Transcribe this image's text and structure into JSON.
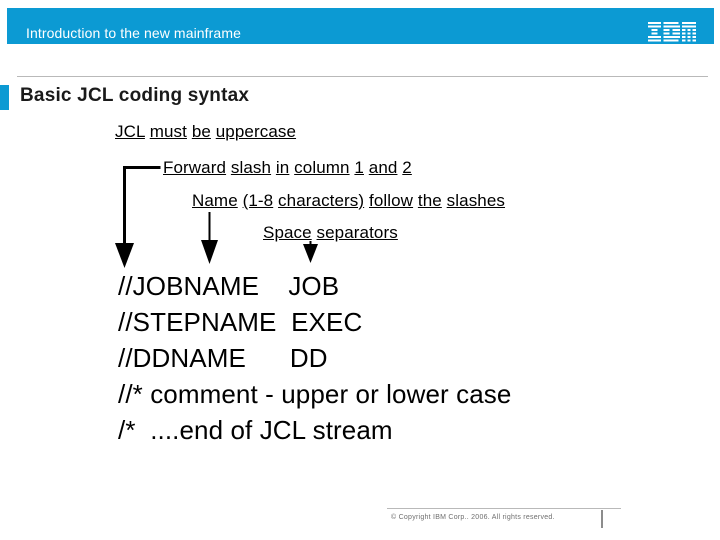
{
  "header": {
    "title": "Introduction to the new mainframe",
    "bar_color": "#0c9ad3",
    "logo_name": "IBM",
    "logo_color": "#ffffff"
  },
  "slide": {
    "title": "Basic JCL coding syntax",
    "accent_color": "#0c9ad3",
    "title_color": "#1a1a1a"
  },
  "callouts": [
    {
      "text": "JCL must be uppercase"
    },
    {
      "text": "Forward slash in column 1 and 2"
    },
    {
      "text": "Name (1-8 characters) follow the slashes"
    },
    {
      "text": "Space separators"
    }
  ],
  "arrows": [
    {
      "name": "arrow-to-slashes",
      "style": "elbow",
      "target": "//"
    },
    {
      "name": "arrow-to-name",
      "style": "straight",
      "target": "JOBNAME"
    },
    {
      "name": "arrow-to-space",
      "style": "straight-short",
      "target": "space separator"
    }
  ],
  "code": {
    "lines": [
      "//JOBNAME    JOB",
      "//STEPNAME  EXEC",
      "//DDNAME      DD",
      "//* comment - upper or lower case",
      "/*  ....end of JCL stream"
    ]
  },
  "footer": {
    "copyright": "© Copyright IBM Corp.. 2006. All rights reserved.",
    "text_color": "#6e6e6e"
  }
}
